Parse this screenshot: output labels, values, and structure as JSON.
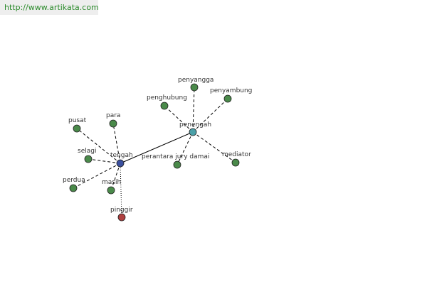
{
  "header": {
    "url": "http://www.artikata.com"
  },
  "colors": {
    "center_node": "#3a4f9e",
    "secondary_hub": "#4aa0a8",
    "leaf_node": "#4a8a4a",
    "antonym_node": "#b04040",
    "edge": "#000000",
    "url_text": "#2a8a2a"
  },
  "graph": {
    "center": "tengah",
    "nodes": [
      {
        "id": "tengah",
        "label": "tengah",
        "kind": "center"
      },
      {
        "id": "penengah",
        "label": "penengah",
        "kind": "hub"
      },
      {
        "id": "pusat",
        "label": "pusat",
        "kind": "leaf"
      },
      {
        "id": "para",
        "label": "para",
        "kind": "leaf"
      },
      {
        "id": "selagi",
        "label": "selagi",
        "kind": "leaf"
      },
      {
        "id": "perdua",
        "label": "perdua",
        "kind": "leaf"
      },
      {
        "id": "masih",
        "label": "masih",
        "kind": "leaf"
      },
      {
        "id": "pinggir",
        "label": "pinggir",
        "kind": "antonym"
      },
      {
        "id": "penghubung",
        "label": "penghubung",
        "kind": "leaf"
      },
      {
        "id": "penyangga",
        "label": "penyangga",
        "kind": "leaf"
      },
      {
        "id": "penyambung",
        "label": "penyambung",
        "kind": "leaf"
      },
      {
        "id": "perantara",
        "label": "perantara jury damai",
        "kind": "leaf"
      },
      {
        "id": "mediator",
        "label": "mediator",
        "kind": "leaf"
      }
    ],
    "edges": [
      {
        "from": "tengah",
        "to": "penengah",
        "style": "solid"
      },
      {
        "from": "tengah",
        "to": "pusat",
        "style": "dashed"
      },
      {
        "from": "tengah",
        "to": "para",
        "style": "dashed"
      },
      {
        "from": "tengah",
        "to": "selagi",
        "style": "dashed"
      },
      {
        "from": "tengah",
        "to": "perdua",
        "style": "dashed"
      },
      {
        "from": "tengah",
        "to": "masih",
        "style": "dashed"
      },
      {
        "from": "tengah",
        "to": "pinggir",
        "style": "dotted"
      },
      {
        "from": "penengah",
        "to": "penghubung",
        "style": "dashed"
      },
      {
        "from": "penengah",
        "to": "penyangga",
        "style": "dashed"
      },
      {
        "from": "penengah",
        "to": "penyambung",
        "style": "dashed"
      },
      {
        "from": "penengah",
        "to": "perantara",
        "style": "dashed"
      },
      {
        "from": "penengah",
        "to": "mediator",
        "style": "dashed"
      }
    ]
  }
}
